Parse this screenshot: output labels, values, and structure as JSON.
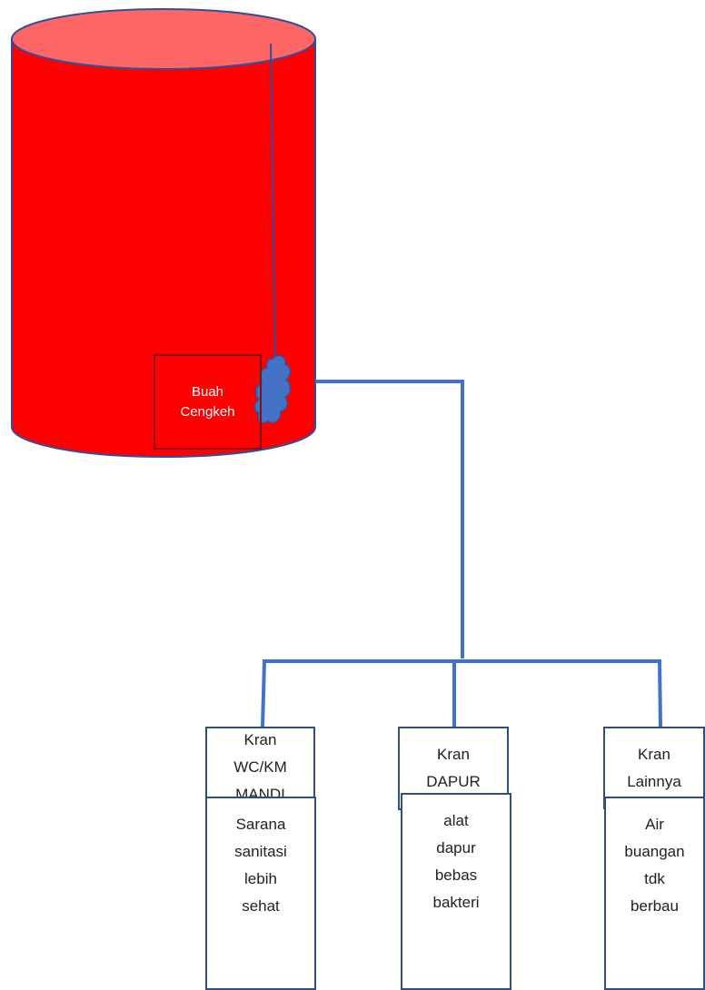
{
  "diagram": {
    "colors": {
      "tank_body": "#ff0000",
      "tank_top": "#ff6666",
      "tank_outline": "#2f4f9f",
      "pipe": "#4472c4",
      "clove_blob": "#4472c4",
      "box_border": "#2f4f7f"
    },
    "tank": {
      "label": "Buah\nCengkeh"
    },
    "taps": [
      {
        "label": "Kran\nWC/KM\nMANDI",
        "result": "Sarana\nsanitasi\nlebih\nsehat"
      },
      {
        "label": "Kran\nDAPUR",
        "result": "alat\ndapur\nbebas\nbakteri"
      },
      {
        "label": "Kran\nLainnya",
        "result": "Air\nbuangan\ntdk\nberbau"
      }
    ]
  }
}
